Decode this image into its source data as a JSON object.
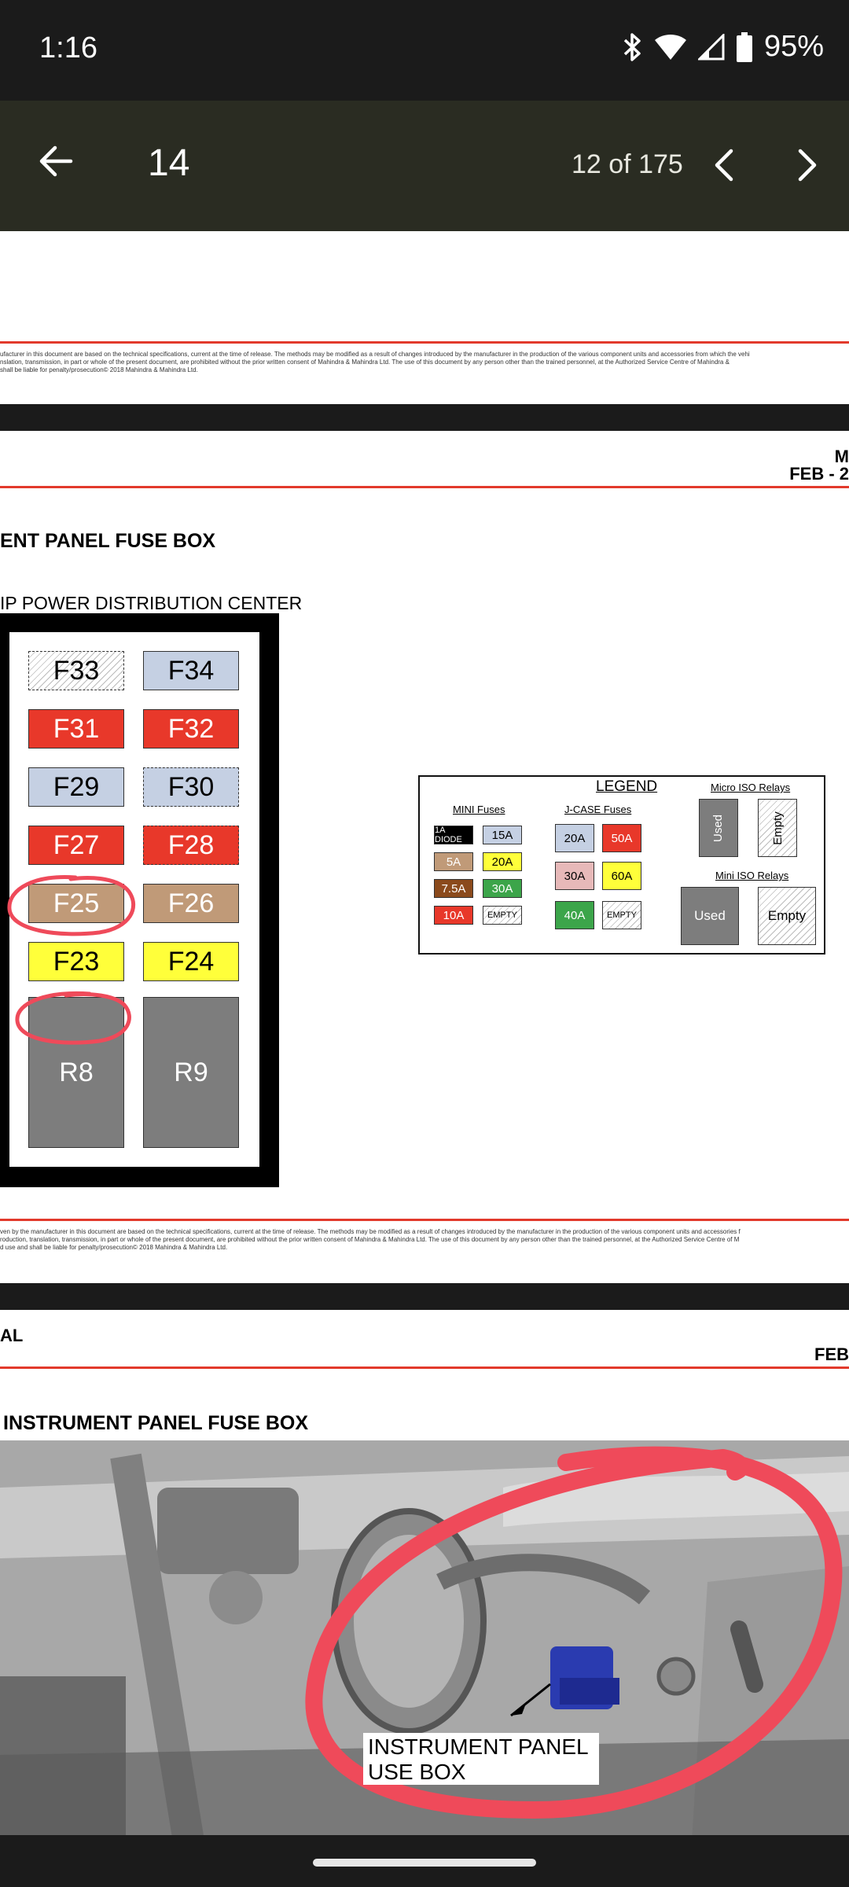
{
  "status_bar": {
    "time": "1:16",
    "battery": "95%"
  },
  "app_bar": {
    "title": "14",
    "page_indicator": "12 of 175"
  },
  "fine_print": {
    "page1_line1": "ufacturer in this document are based on the technical specifications, current at the time of release. The methods may be modified as a result of changes introduced by the manufacturer in the production of the various component units and accessories from which the vehi",
    "page1_line2": "nslation, transmission, in part or whole of the present document, are prohibited without the prior written consent of Mahindra & Mahindra Ltd. The use of this document by any person other than the trained personnel, at the Authorized Service Centre of Mahindra &",
    "page1_line3": "shall be liable for penalty/prosecution© 2018 Mahindra & Mahindra Ltd.",
    "page2_line1": "ven by the manufacturer in this document are based on the technical specifications, current at the time of release. The methods may be modified as a result of changes introduced by the manufacturer in the production of the various component units and accessories f",
    "page2_line2": "roduction, translation, transmission, in part or whole of the present document, are prohibited without the prior written consent of Mahindra & Mahindra Ltd. The use of this document by any person other than the trained personnel, at the Authorized Service Centre of M",
    "page2_line3": "d use and shall be liable for penalty/prosecution© 2018 Mahindra & Mahindra Ltd."
  },
  "page2": {
    "header_right_1": "M",
    "header_right_2": "FEB - 2",
    "section_title": "ENT PANEL FUSE BOX",
    "sub_title": "IP POWER DISTRIBUTION CENTER",
    "fuses": [
      "F33",
      "F34",
      "F31",
      "F32",
      "F29",
      "F30",
      "F27",
      "F28",
      "F25",
      "F26",
      "F23",
      "F24"
    ],
    "relays": [
      "R8",
      "R9"
    ]
  },
  "legend": {
    "title": "LEGEND",
    "mini_fuses_label": "MINI Fuses",
    "jcase_label": "J-CASE Fuses",
    "micro_iso_label": "Micro ISO Relays",
    "mini_iso_label": "Mini ISO Relays",
    "mini_chips": [
      "1A DIODE",
      "15A",
      "5A",
      "20A",
      "7.5A",
      "30A",
      "10A",
      "EMPTY"
    ],
    "jcase_chips": [
      "20A",
      "50A",
      "30A",
      "60A",
      "40A",
      "EMPTY"
    ],
    "used": "Used",
    "empty": "Empty",
    "colors": {
      "red": "#e8382a",
      "blue_grey": "#c5d0e3",
      "tan": "#c09a78",
      "yellow": "#ffff3a",
      "brown": "#8b4a1c",
      "green": "#3ca54a",
      "pink": "#e7b9b9",
      "grey": "#7d7d7d"
    }
  },
  "page3": {
    "header_left": "AL",
    "header_right": "FEB",
    "section_title": "INSTRUMENT PANEL FUSE BOX",
    "callout_line1": "INSTRUMENT PANEL",
    "callout_line2": "USE BOX"
  }
}
